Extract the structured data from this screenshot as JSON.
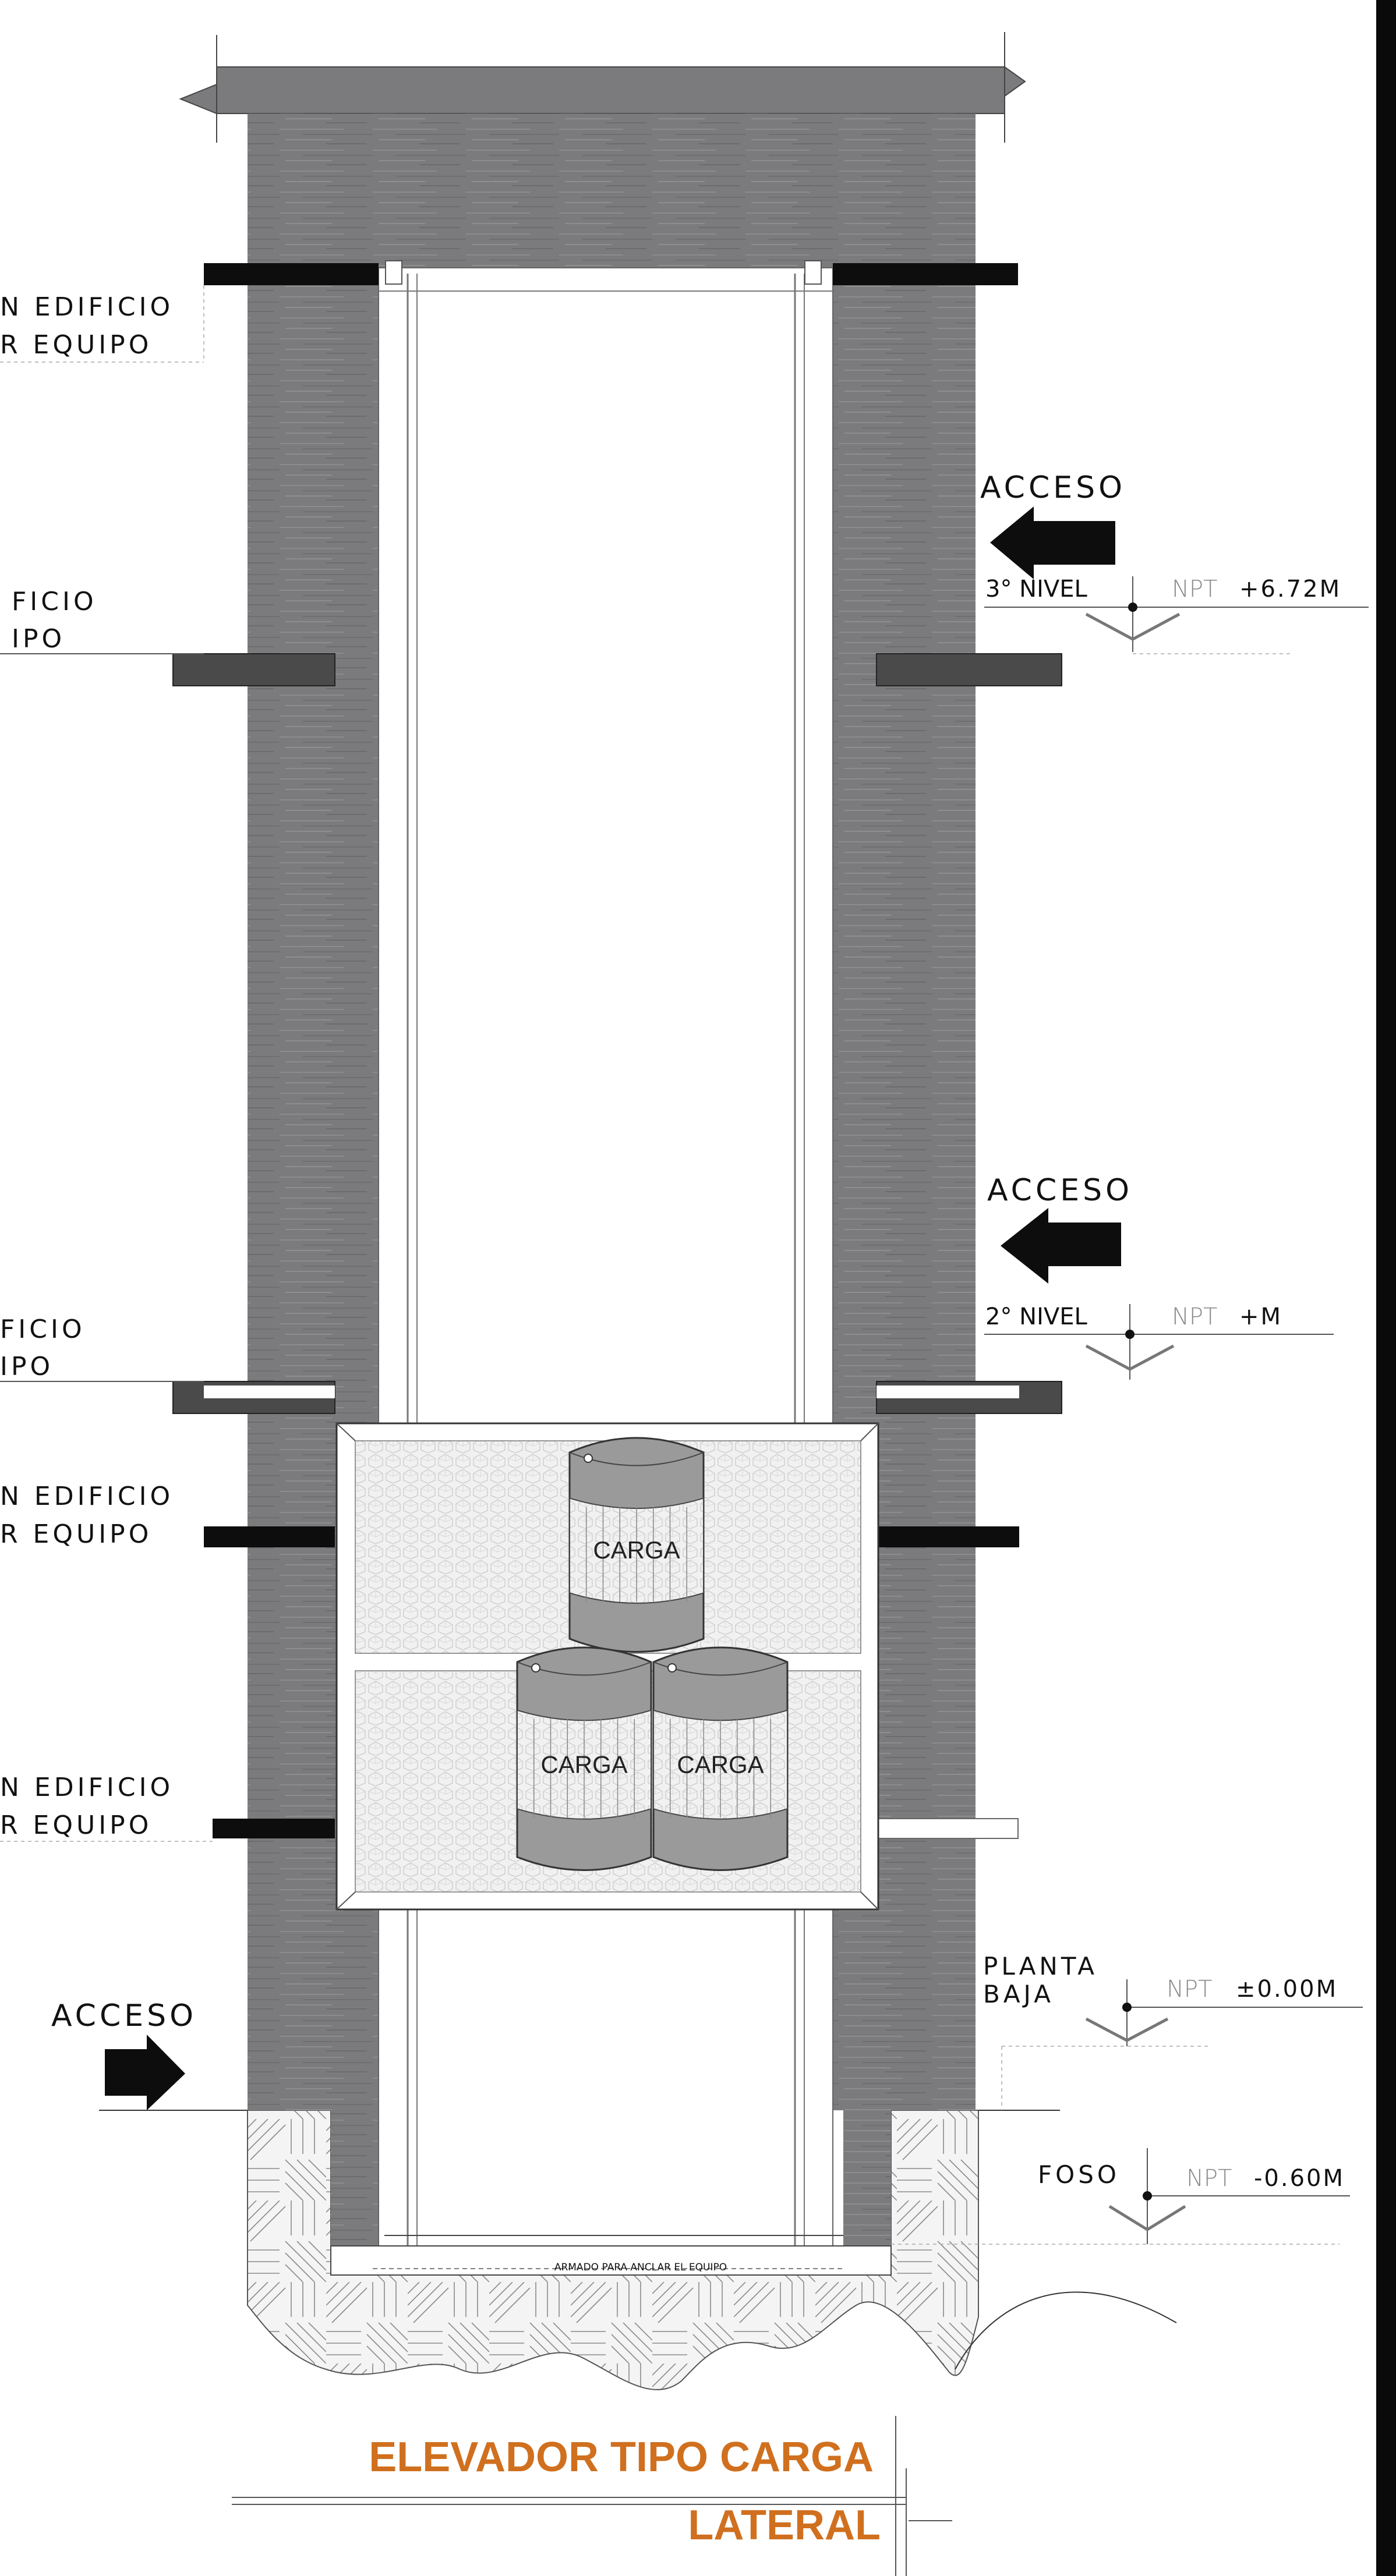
{
  "colors": {
    "title": "#d0701f",
    "wall": "#7b7b7d",
    "slab": "#0d0d0d",
    "ground": "#f4f4f4"
  },
  "left_labels": [
    {
      "line1": "N EDIFICIO",
      "line2": "R EQUIPO"
    },
    {
      "line1": "FICIO",
      "line2": "IPO"
    },
    {
      "line1": "FICIO",
      "line2": "IPO"
    },
    {
      "line1": "N EDIFICIO",
      "line2": "R EQUIPO"
    },
    {
      "line1": "N EDIFICIO",
      "line2": "R EQUIPO"
    }
  ],
  "accesses": [
    {
      "label": "ACCESO",
      "direction": "left"
    },
    {
      "label": "ACCESO",
      "direction": "left"
    },
    {
      "label": "ACCESO",
      "direction": "right"
    }
  ],
  "levels": [
    {
      "name_line1": "3° NIVEL",
      "name_line2": "",
      "npt": "NPT",
      "value": "+6.72M"
    },
    {
      "name_line1": "2° NIVEL",
      "name_line2": "",
      "npt": "NPT",
      "value": "+M"
    },
    {
      "name_line1": "PLANTA",
      "name_line2": "BAJA",
      "npt": "NPT",
      "value": "±0.00M"
    },
    {
      "name_line1": "FOSO",
      "name_line2": "",
      "npt": "NPT",
      "value": "-0.60M"
    }
  ],
  "cargo": {
    "label": "CARGA"
  },
  "pit_note": "ARMADO PARA ANCLAR EL EQUIPO",
  "title": {
    "line1": "ELEVADOR TIPO CARGA",
    "line2": "LATERAL"
  }
}
